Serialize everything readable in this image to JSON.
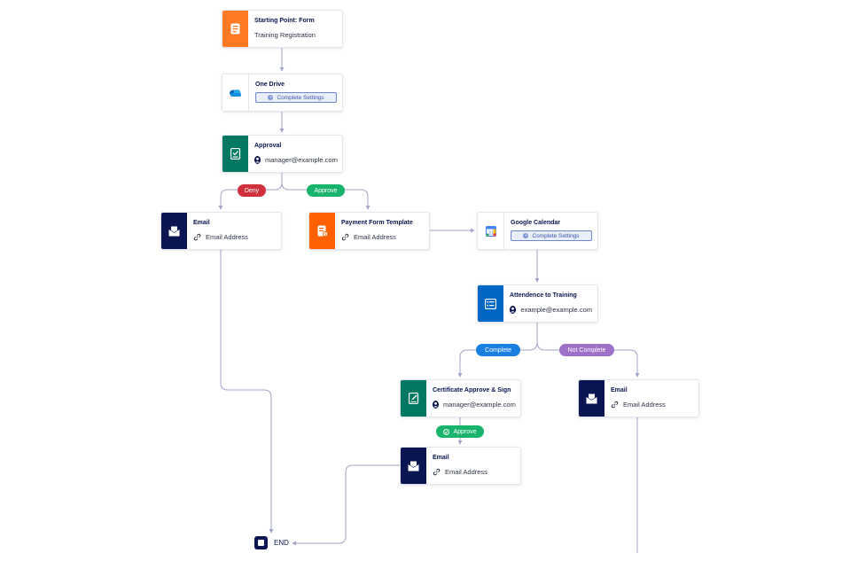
{
  "nodes": {
    "start": {
      "title": "Starting Point: Form",
      "subtitle": "Training Registration",
      "color": "#ff7a22"
    },
    "onedrive": {
      "title": "One Drive",
      "button": "Complete Settings"
    },
    "approval": {
      "title": "Approval",
      "email": "manager@example.com",
      "color": "#007862"
    },
    "email_deny": {
      "title": "Email",
      "subtitle": "Email Address",
      "color": "#0a1551"
    },
    "payment": {
      "title": "Payment Form Template",
      "subtitle": "Email Address",
      "color": "#ff6100"
    },
    "gcal": {
      "title": "Google Calendar",
      "button": "Complete Settings"
    },
    "attendance": {
      "title": "Attendence to Training",
      "email": "example@example.com",
      "color": "#0066c3"
    },
    "certificate": {
      "title": "Certificate Approve & Sign",
      "email": "manager@example.com",
      "color": "#007862"
    },
    "email_notcomplete": {
      "title": "Email",
      "subtitle": "Email Address",
      "color": "#0a1551"
    },
    "email_cert": {
      "title": "Email",
      "subtitle": "Email Address",
      "color": "#0a1551"
    }
  },
  "pills": {
    "deny": {
      "label": "Deny",
      "color": "#d1303f"
    },
    "approve": {
      "label": "Approve",
      "color": "#18b46b"
    },
    "complete": {
      "label": "Complete",
      "color": "#1a7fe0"
    },
    "not_complete": {
      "label": "Not Complete",
      "color": "#9e70c8"
    },
    "cert_approve": {
      "label": "Approve",
      "color": "#18b46b"
    }
  },
  "end": {
    "label": "END"
  },
  "colors": {
    "connector": "#a0a4c8"
  }
}
